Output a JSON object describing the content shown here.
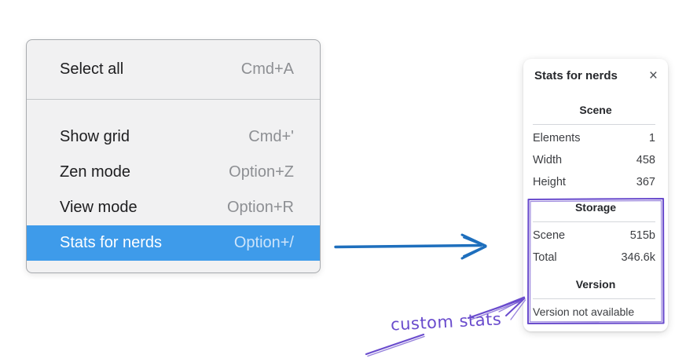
{
  "menu": {
    "items": [
      {
        "label": "Select all",
        "shortcut": "Cmd+A"
      },
      {
        "label": "Show grid",
        "shortcut": "Cmd+'"
      },
      {
        "label": "Zen mode",
        "shortcut": "Option+Z"
      },
      {
        "label": "View mode",
        "shortcut": "Option+R"
      },
      {
        "label": "Stats for nerds",
        "shortcut": "Option+/",
        "highlighted": true
      }
    ]
  },
  "stats_panel": {
    "title": "Stats for nerds",
    "close_icon": "×",
    "sections": [
      {
        "header": "Scene",
        "rows": [
          [
            "Elements",
            "1"
          ],
          [
            "Width",
            "458"
          ],
          [
            "Height",
            "367"
          ]
        ]
      },
      {
        "header": "Storage",
        "rows": [
          [
            "Scene",
            "515b"
          ],
          [
            "Total",
            "346.6k"
          ]
        ]
      },
      {
        "header": "Version",
        "note": "Version not available"
      }
    ]
  },
  "annotation": {
    "label": "custom stats"
  },
  "colors": {
    "menu_highlight": "#3e9bea",
    "arrow_blue": "#1e6fbd",
    "annotation_purple": "#6a4ccd",
    "menu_background": "#f1f1f2",
    "panel_background": "#ffffff"
  }
}
